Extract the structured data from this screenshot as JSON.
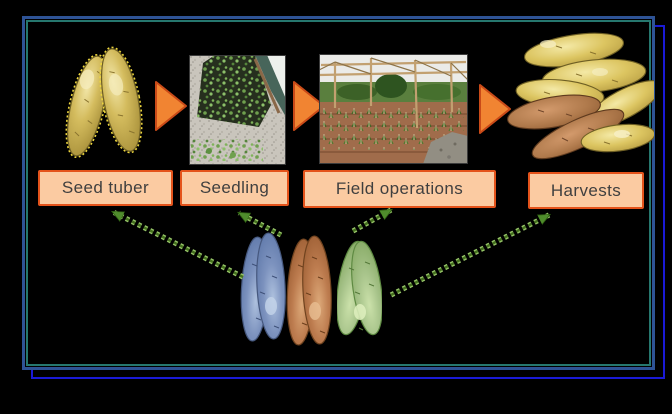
{
  "title": "Tuber crop production flow diagram",
  "stages": [
    {
      "id": "seed-tuber",
      "label": "Seed tuber",
      "visual": "yellow-seed-tubers-illustration"
    },
    {
      "id": "seedling",
      "label": "Seedling",
      "visual": "seedling-nursery-bed-photo"
    },
    {
      "id": "field-operations",
      "label": "Field operations",
      "visual": "field-with-trellis-photo"
    },
    {
      "id": "harvests",
      "label": "Harvests",
      "visual": "harvested-tubers-pile-illustration"
    }
  ],
  "flow_arrows": {
    "count": 3,
    "direction": "right",
    "shape": "solid-triangle"
  },
  "variety_tubers": [
    {
      "id": "blue-tubers",
      "color": "#7C92BE"
    },
    {
      "id": "brown-tubers",
      "color": "#BD7C4F"
    },
    {
      "id": "green-tubers",
      "color": "#A8C48B"
    }
  ],
  "dashed_links": {
    "style": "green-dashed-arrow",
    "targets": [
      "Seed tuber",
      "Seedling",
      "Field operations",
      "Harvests"
    ]
  },
  "colors": {
    "frame-blue": "#2E5395",
    "frame-teal": "#26776E",
    "shadow-blue": "#1A1AD6",
    "label-fill": "#FBCBA2",
    "label-border": "#E4531B",
    "label-text": "#3F3F3F",
    "flow-arrow-fill": "#F18432",
    "flow-arrow-stroke": "#C94A18",
    "link-green": "#4F8C2C"
  }
}
